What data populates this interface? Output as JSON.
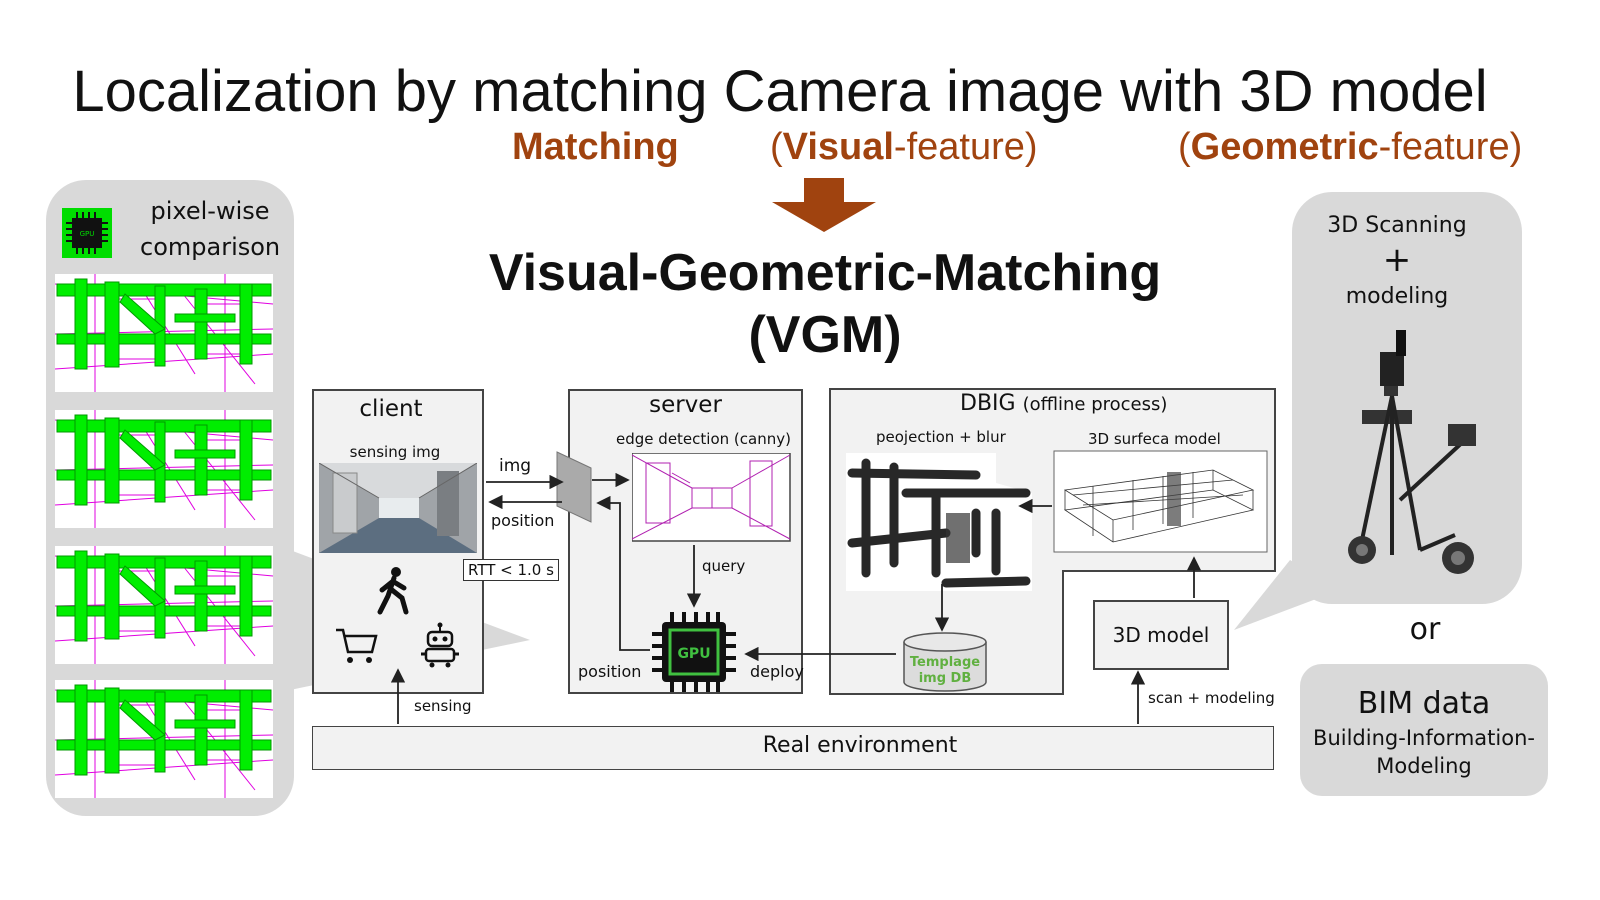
{
  "title": "Localization by matching Camera image with 3D model",
  "subtitle": {
    "matching": "Matching",
    "visual_open": "(",
    "visual_bold": "Visual",
    "visual_rest": "-feature)",
    "geom_open": "(",
    "geom_bold": "Geometric",
    "geom_rest": "-feature)"
  },
  "vgm": {
    "line1": "Visual-Geometric-Matching",
    "line2": "(VGM)"
  },
  "left_panel": {
    "label_line1": "pixel-wise",
    "label_line2": "comparison",
    "gpu_text": "GPU"
  },
  "client": {
    "title": "client",
    "sensing_img": "sensing img"
  },
  "server": {
    "title": "server",
    "edge_detection": "edge detection (canny)",
    "query": "query",
    "gpu_text": "GPU",
    "position": "position",
    "deploy": "deploy"
  },
  "dbig": {
    "title": "DBIG",
    "offline": "(offline process)",
    "projection": "peojection + blur",
    "surface_model": "3D surfeca model",
    "db_line1": "Templage",
    "db_line2": "img  DB"
  },
  "arrows": {
    "img": "img",
    "position": "position",
    "rtt": "RTT < 1.0 s",
    "sensing": "sensing",
    "scan_modeling": "scan + modeling"
  },
  "model_box": "3D model",
  "real_env": "Real environment",
  "right_panel": {
    "line1": "3D Scanning",
    "plus": "+",
    "line2": "modeling",
    "or": "or"
  },
  "bim": {
    "title": "BIM data",
    "line1": "Building-Information-",
    "line2": "Modeling"
  },
  "colors": {
    "brown": "#a0430f",
    "green": "#00ee00",
    "magenta": "#e000e0",
    "panel": "#d9d9d9"
  }
}
